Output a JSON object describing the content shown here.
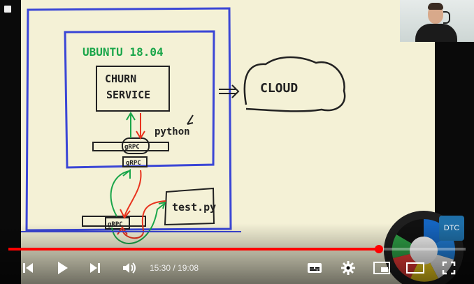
{
  "player": {
    "time_display": "15:30 / 19:08",
    "progress_fraction": 0.81,
    "accent_color": "#ff0000"
  },
  "whiteboard": {
    "os_label": "UBUNTU 18.04",
    "service_label_line1": "CHURN",
    "service_label_line2": "SERVICE",
    "language_label": "python",
    "grpc_top": "gRPC",
    "grpc_mid": "gRPC",
    "grpc_bottom": "gRPC",
    "cloud_label": "CLOUD",
    "client_label": "test.py"
  },
  "badge": {
    "label": "DTC"
  },
  "icons": {
    "prev": "skip-previous-icon",
    "play": "play-icon",
    "next": "skip-next-icon",
    "volume": "volume-icon",
    "subtitles": "subtitles-icon",
    "settings": "gear-icon",
    "miniplayer": "miniplayer-icon",
    "theater": "theater-mode-icon",
    "fullscreen": "fullscreen-icon"
  }
}
